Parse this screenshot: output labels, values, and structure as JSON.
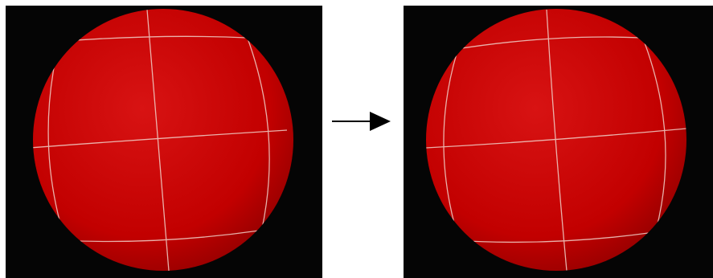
{
  "colors": {
    "background": "#050505",
    "sphere_edge": "#8e0000",
    "sphere_base": "#c20000",
    "sphere_highlight": "#d81313",
    "grid_line": "#f0d0c8",
    "arrow": "#000000"
  },
  "figure": {
    "panels": [
      {
        "name": "before",
        "grid_rotation_deg": 0
      },
      {
        "name": "after",
        "grid_rotation_deg": -4
      }
    ],
    "arrow_direction": "right"
  }
}
